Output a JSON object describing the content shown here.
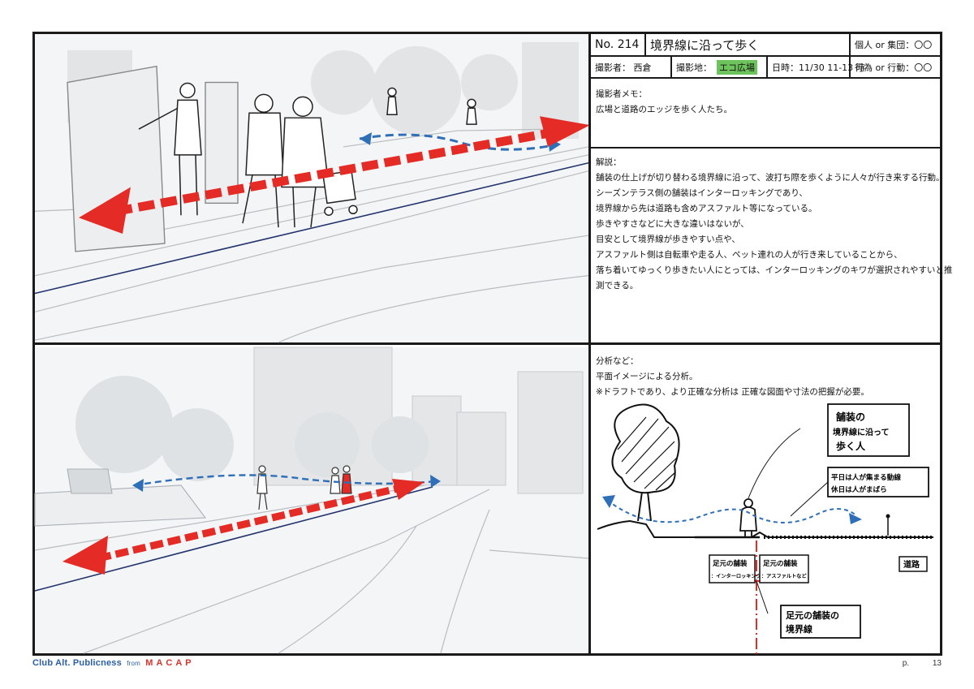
{
  "header": {
    "no_label": "No. 214",
    "title": "境界線に沿って歩く",
    "group_label": "個人 or 集団：〇〇",
    "photographer": "撮影者： 西倉",
    "location_label": "撮影地：",
    "location_value": "エコ広場",
    "datetime": "日時：11/30 11-13 時",
    "action_label": "行為 or 行動：〇〇"
  },
  "memo": {
    "heading": "撮影者メモ：",
    "lines": [
      "広場と道路のエッジを歩く人たち。"
    ]
  },
  "explanation": {
    "heading": "解説：",
    "lines": [
      "舗装の仕上げが切り替わる境界線に沿って、波打ち際を歩くように人々が行き来する行動。",
      "シーズンテラス側の舗装はインターロッキングであり、",
      "境界線から先は道路も含めアスファルト等になっている。",
      "歩きやすさなどに大きな違いはないが、",
      "目安として境界線が歩きやすい点や、",
      "アスファルト側は自転車や走る人、ペット連れの人が行き来していることから、",
      "落ち着いてゆっくり歩きたい人にとっては、インターロッキングのキワが選択されやすいと推",
      "測できる。"
    ]
  },
  "analysis": {
    "heading": "分析など：",
    "lines": [
      "平面イメージによる分析。",
      "※ドラフトであり、より正確な分析は 正確な図面や寸法の把握が必要。"
    ],
    "sketch_notes": {
      "walk_line1": "舗装の",
      "walk_line2": "境界線に沿って",
      "walk_line3": "歩く人",
      "flow_line1": "平日は人が集まる動線",
      "flow_line2": "休日は人がまばら",
      "road": "道路",
      "left_pave1": "足元の舗装",
      "left_pave2": "：インターロッキング",
      "right_pave1": "足元の舗装",
      "right_pave2": "：アスファルトなど",
      "boundary1": "足元の舗装の",
      "boundary2": "境界線"
    }
  },
  "footer": {
    "brand": "Club Alt. Publicness",
    "from": "from",
    "macap": "MACAP",
    "page_prefix": "p.",
    "page_number": "13"
  },
  "colors": {
    "arrow_red": "#e42b25",
    "arrow_blue": "#2f6fb8",
    "highlight": "#6dc35c",
    "brand_blue": "#2b5fa8"
  }
}
